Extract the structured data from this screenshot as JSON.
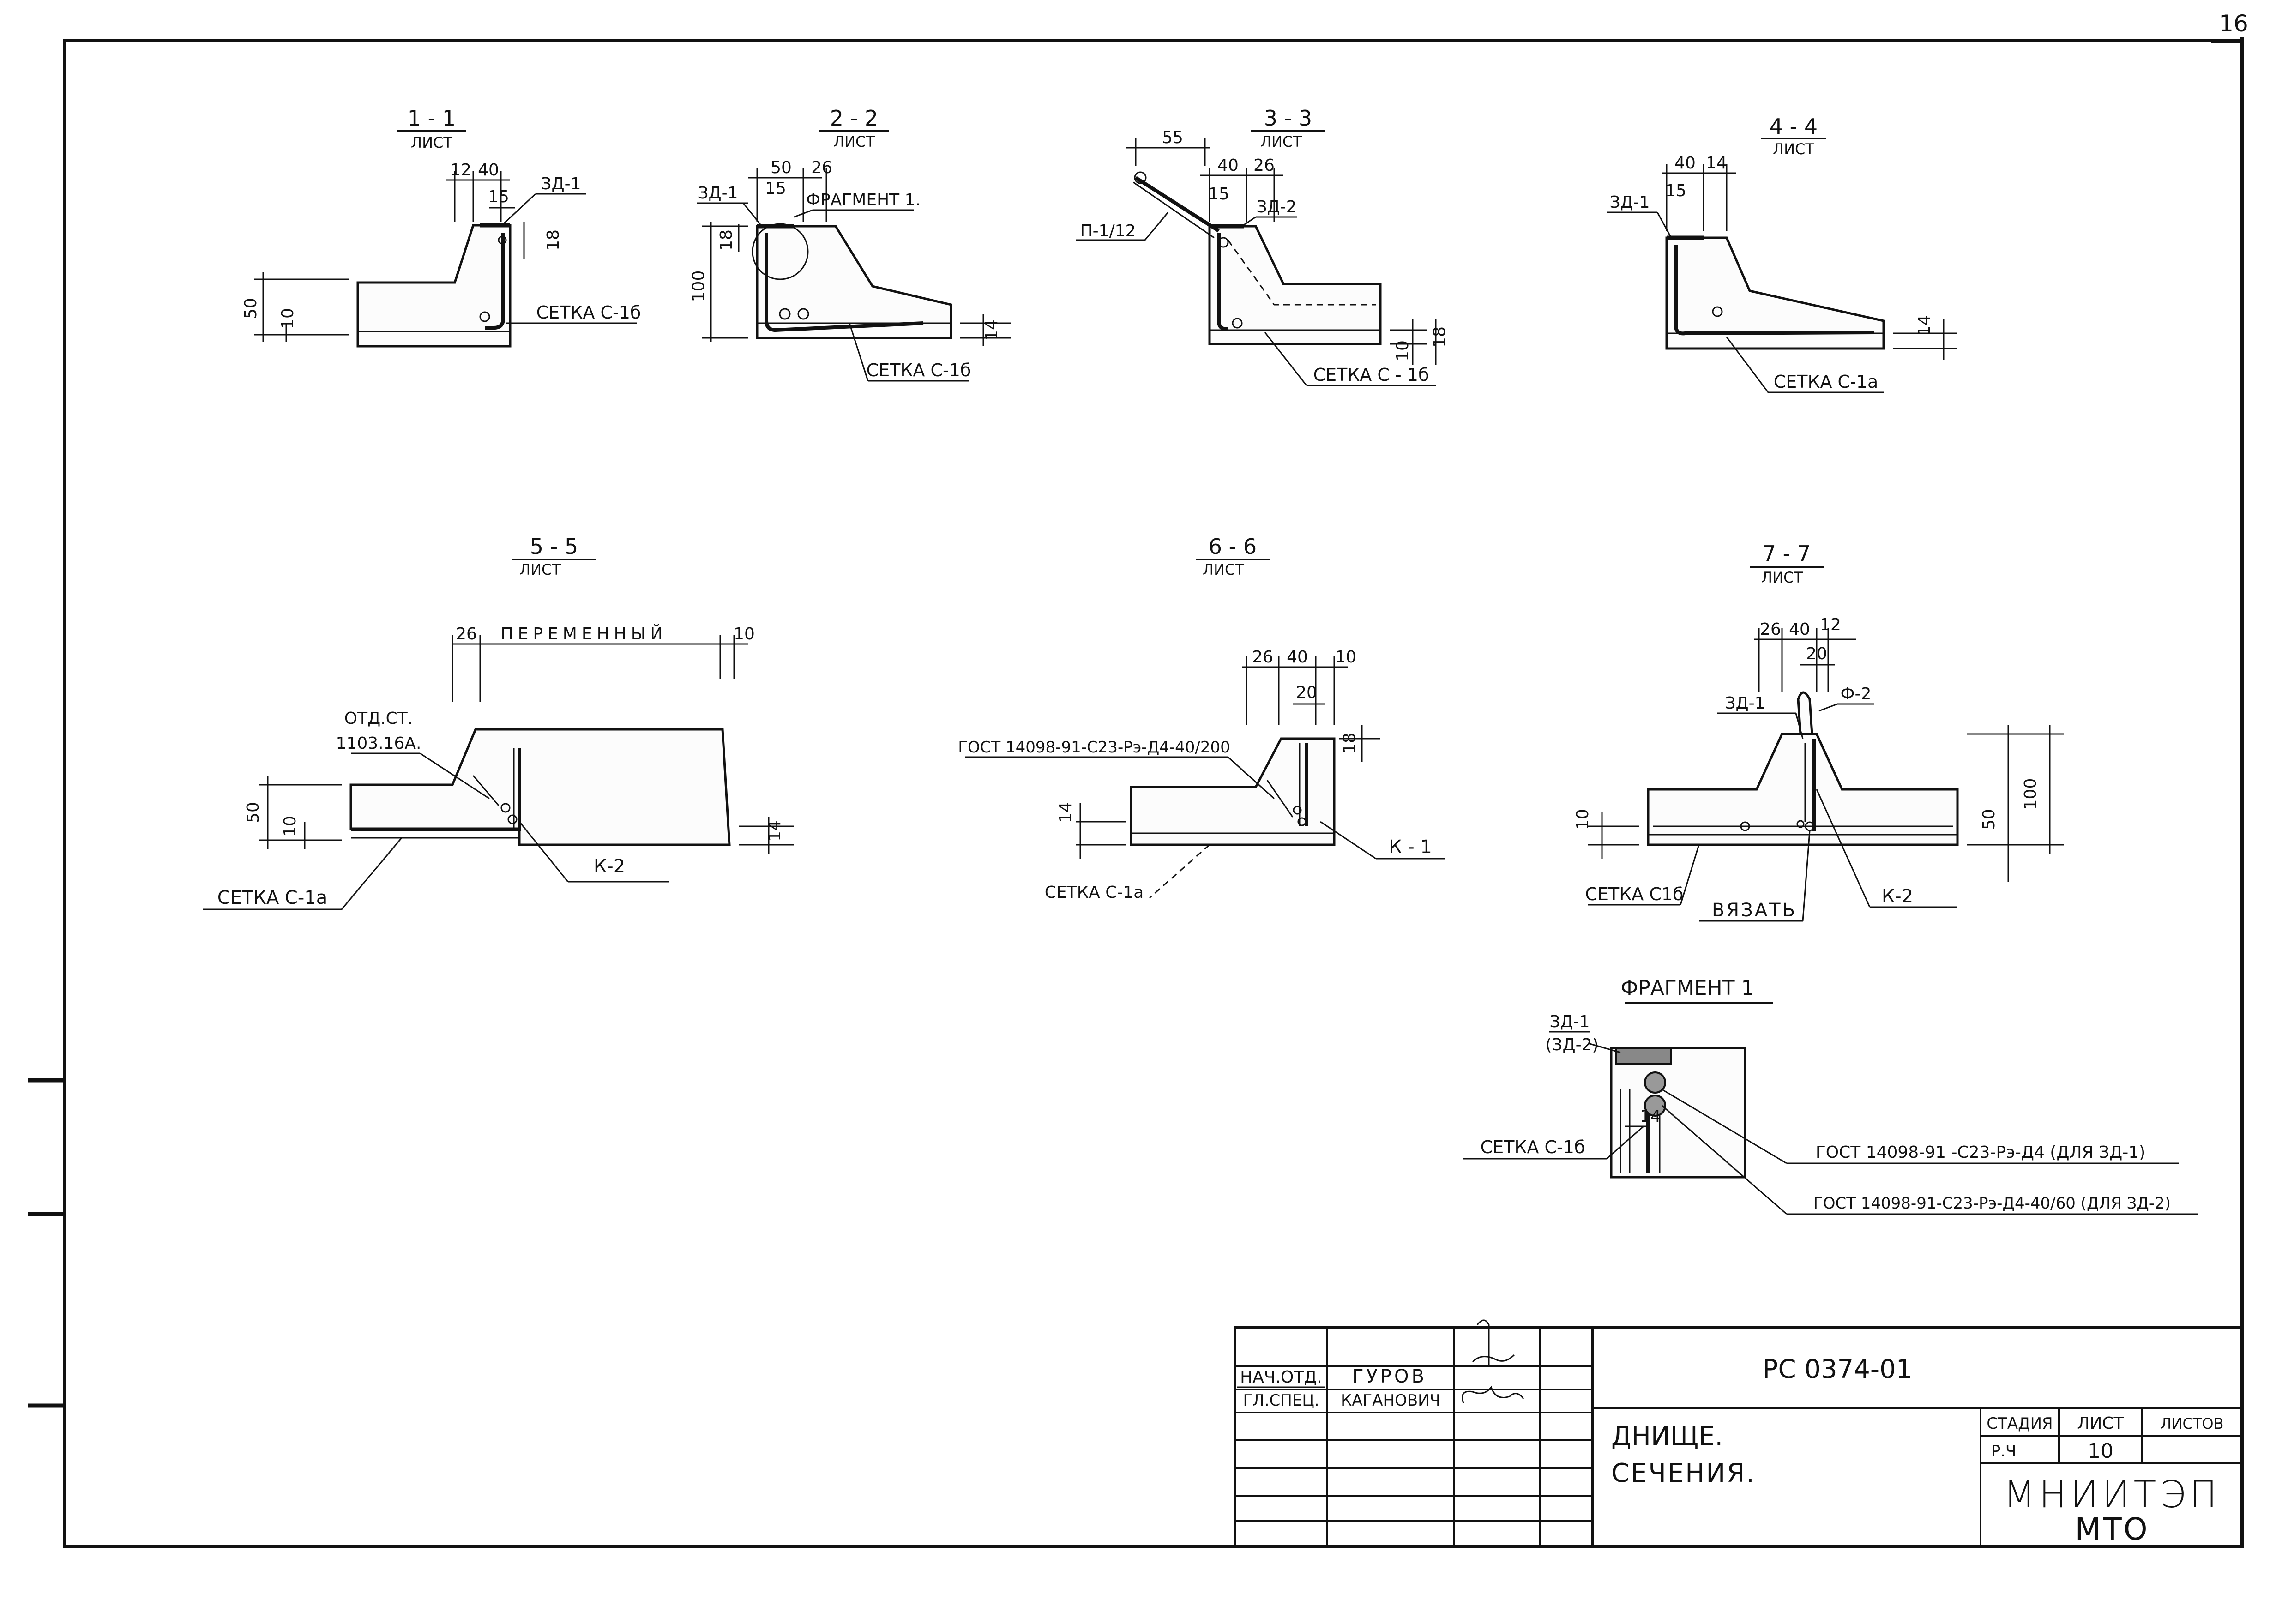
{
  "page_number": "16",
  "sections": {
    "s1": {
      "title": "1 - 1",
      "sheet": "ЛИСТ",
      "dims": [
        "12",
        "40",
        "15",
        "18",
        "50",
        "10"
      ],
      "tags": [
        "ЗД-1"
      ],
      "mesh": "СЕТКА С-1б"
    },
    "s2": {
      "title": "2 - 2",
      "sheet": "ЛИСТ",
      "dims": [
        "50",
        "26",
        "15",
        "18",
        "100",
        "14"
      ],
      "tags": [
        "ЗД-1",
        "ФРАГМЕНТ 1."
      ],
      "mesh": "СЕТКА С-1б"
    },
    "s3": {
      "title": "3 - 3",
      "sheet": "ЛИСТ",
      "dims": [
        "55",
        "40",
        "26",
        "15",
        "10",
        "18"
      ],
      "tags": [
        "П-1/12",
        "ЗД-2"
      ],
      "mesh": "СЕТКА С - 1б"
    },
    "s4": {
      "title": "4 - 4",
      "sheet": "ЛИСТ",
      "dims": [
        "40",
        "14",
        "15",
        "14"
      ],
      "tags": [
        "ЗД-1"
      ],
      "mesh": "СЕТКА С-1а"
    },
    "s5": {
      "title": "5 - 5",
      "sheet": "ЛИСТ",
      "dims": [
        "26",
        "10",
        "50",
        "10",
        "14"
      ],
      "variable": "ПЕРЕМЕННЫЙ",
      "note": [
        "ОТД.СТ.",
        "1103.16А."
      ],
      "tags": [
        "К-2"
      ],
      "mesh": "СЕТКА С-1а"
    },
    "s6": {
      "title": "6 - 6",
      "sheet": "ЛИСТ",
      "dims": [
        "26",
        "40",
        "10",
        "20",
        "18",
        "14"
      ],
      "gost": "ГОСТ 14098-91-С23-Рэ-Д4-40/200",
      "tags": [
        "К - 1"
      ],
      "mesh": "СЕТКА С-1а"
    },
    "s7": {
      "title": "7 - 7",
      "sheet": "ЛИСТ",
      "dims": [
        "26",
        "40",
        "12",
        "20",
        "10",
        "50",
        "100"
      ],
      "tags": [
        "ЗД-1",
        "Ф-2",
        "К-2"
      ],
      "tie": "ВЯЗАТЬ",
      "mesh": "СЕТКА С1б"
    },
    "fragment": {
      "title": "ФРАГМЕНТ 1",
      "tag_main": "ЗД-1",
      "tag_alt": "(ЗД-2)",
      "dim": "14",
      "mesh": "СЕТКА С-1б",
      "gost1": "ГОСТ 14098-91 -С23-Рэ-Д4 (ДЛЯ ЗД-1)",
      "gost2": "ГОСТ 14098-91-С23-Рэ-Д4-40/60 (ДЛЯ ЗД-2)"
    }
  },
  "title_block": {
    "roles": [
      "НАЧ.ОТД.",
      "ГЛ.СПЕЦ."
    ],
    "names": [
      "ГУРОВ",
      "КАГАНОВИЧ"
    ],
    "code": "РС 0374-01",
    "description": [
      "ДНИЩЕ.",
      "СЕЧЕНИЯ."
    ],
    "headers": [
      "СТАДИЯ",
      "ЛИСТ",
      "ЛИСТОВ"
    ],
    "values": [
      "Р.Ч",
      "10",
      ""
    ],
    "org": [
      "МНИИТЭП",
      "МТО"
    ]
  }
}
